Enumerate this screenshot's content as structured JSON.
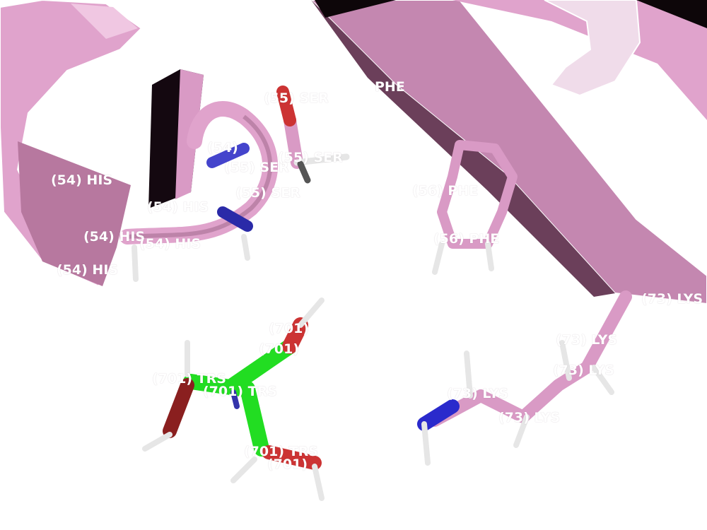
{
  "scene": {
    "background": "#ffffff",
    "colors": {
      "ribbon": "#e0a3cc",
      "ribbon_dark": "#7a4a66",
      "carbon_protein": "#d99ac5",
      "carbon_ligand": "#22dd22",
      "oxygen": "#cc3333",
      "nitrogen": "#3333cc",
      "hydrogen": "#e6e6e6"
    }
  },
  "labels": [
    "(54) HIS",
    "(54) HIS",
    "(54) HIS",
    "(54) HIS",
    "(54) HIS",
    "(54)",
    "(55) SER",
    "(55) SER",
    "(55) SER",
    "(55) SER",
    "PHE",
    "(56) PHE",
    "(56) PHE",
    "(73) LYS",
    "(73) LYS",
    "(73) LYS",
    "(73) LYS",
    "(73) LYS",
    "(701) TRS",
    "(701) TRS",
    "(701) TRS",
    "(701)",
    "(701)",
    "(701)"
  ]
}
